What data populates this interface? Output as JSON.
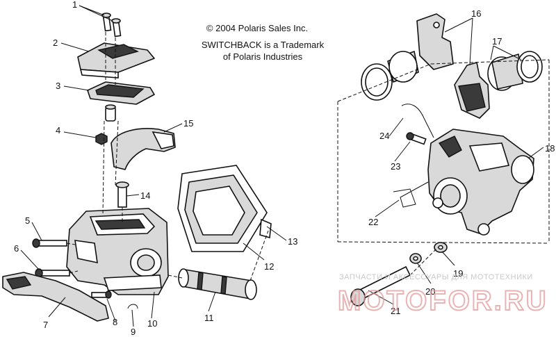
{
  "copyright": "© 2004 Polaris Sales Inc.",
  "trademark_line1": "SWITCHBACK is a Trademark",
  "trademark_line2": "of Polaris Industries",
  "callouts": [
    "1",
    "2",
    "3",
    "4",
    "5",
    "6",
    "7",
    "8",
    "9",
    "10",
    "11",
    "12",
    "13",
    "14",
    "15",
    "16",
    "17",
    "18",
    "19",
    "20",
    "21",
    "22",
    "23",
    "24"
  ],
  "watermark_top": "ЗАПЧАСТИ И АКСЕССУАРЫ ДЛЯ МОТОТЕХНИКИ",
  "watermark_main": "MOTOFOR.RU",
  "colors": {
    "line": "#111111",
    "fill": "#d9d9d9",
    "watermark": "#e39a9a"
  }
}
